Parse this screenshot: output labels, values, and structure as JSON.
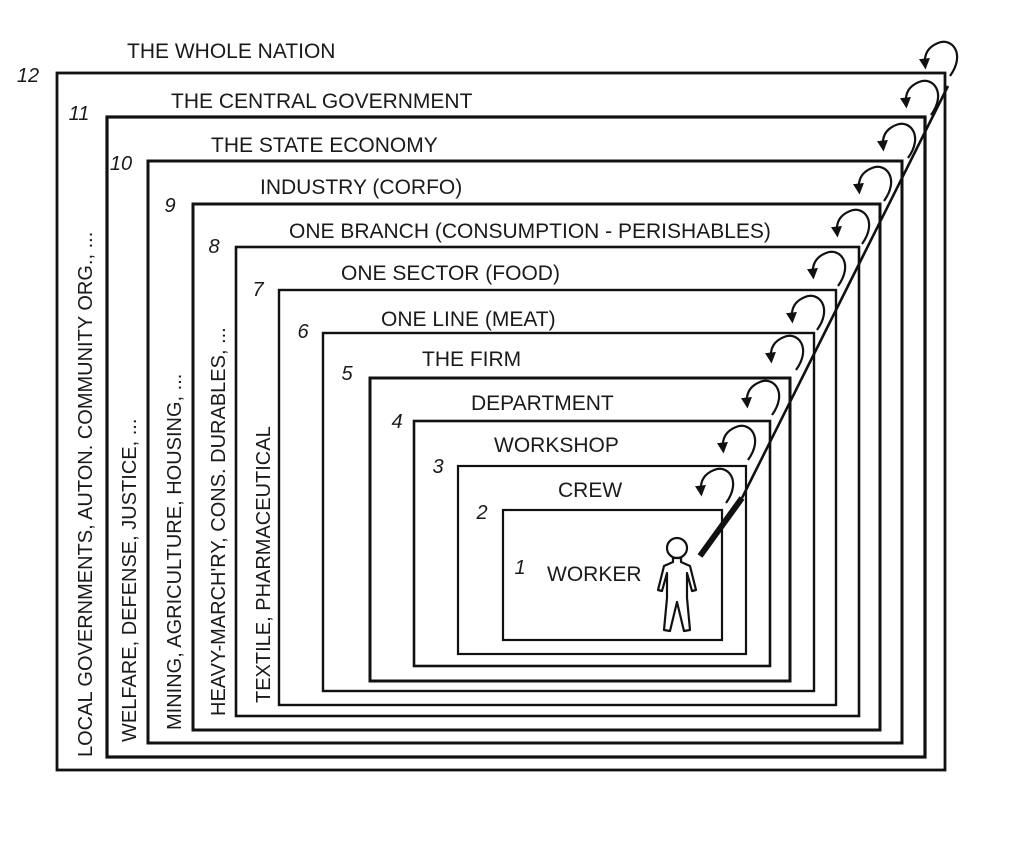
{
  "diagram": {
    "type": "nested-recursion-levels",
    "accent_color": "#111111",
    "background_color": "#ffffff",
    "levels": [
      {
        "number": "1",
        "label": "WORKER"
      },
      {
        "number": "2",
        "label": "CREW"
      },
      {
        "number": "3",
        "label": "WORKSHOP"
      },
      {
        "number": "4",
        "label": "DEPARTMENT"
      },
      {
        "number": "5",
        "label": "THE FIRM"
      },
      {
        "number": "6",
        "label": "ONE LINE (MEAT)"
      },
      {
        "number": "7",
        "label": "ONE SECTOR (FOOD)"
      },
      {
        "number": "8",
        "label": "ONE BRANCH (CONSUMPTION - PERISHABLES)"
      },
      {
        "number": "9",
        "label": "INDUSTRY (CORFO)"
      },
      {
        "number": "10",
        "label": "THE STATE ECONOMY"
      },
      {
        "number": "11",
        "label": "THE CENTRAL GOVERNMENT"
      },
      {
        "number": "12",
        "label": "THE WHOLE NATION"
      }
    ],
    "side_labels": [
      {
        "level": "12",
        "text": "LOCAL GOVERNMENTS, AUTON. COMMUNITY ORG., ..."
      },
      {
        "level": "11",
        "text": "WELFARE, DEFENSE, JUSTICE, ..."
      },
      {
        "level": "10",
        "text": "MINING, AGRICULTURE, HOUSING, ..."
      },
      {
        "level": "9",
        "text": "HEAVY-MARCH'RY, CONS. DURABLES, ..."
      },
      {
        "level": "8",
        "text": "TEXTILE, PHARMACEUTICAL"
      }
    ],
    "icons": {
      "worker": "person-outline-icon",
      "recursion": "curved-arrow-icon"
    }
  }
}
